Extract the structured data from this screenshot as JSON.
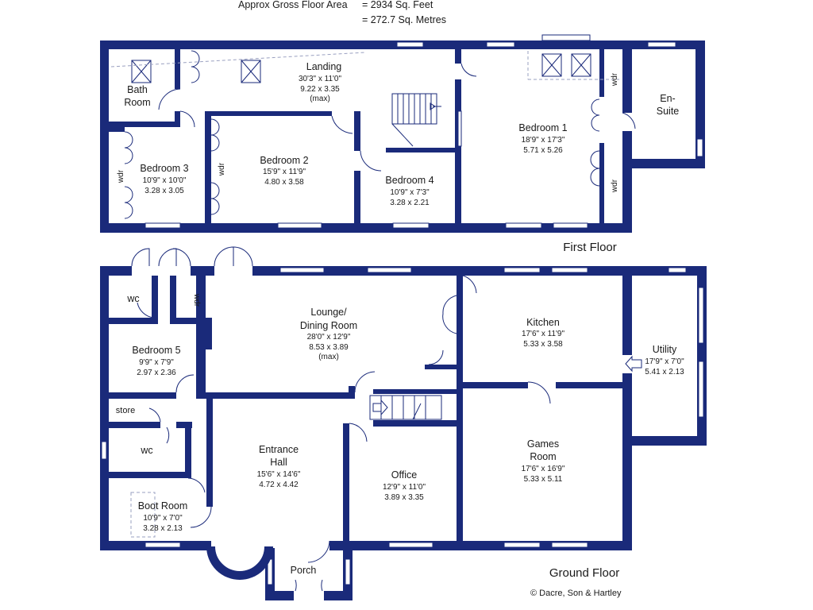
{
  "header": {
    "area_label": "Approx Gross Floor Area",
    "area_sqft": "= 2934  Sq. Feet",
    "area_sqm": "= 272.7  Sq. Metres"
  },
  "floors": {
    "first": "First Floor",
    "ground": "Ground Floor"
  },
  "rooms": {
    "landing": {
      "name": "Landing",
      "imp": "30'3\" x 11'0\"",
      "met": "9.22  x  3.35",
      "note": "(max)"
    },
    "bath": {
      "line1": "Bath",
      "line2": "Room"
    },
    "bedroom3": {
      "name": "Bedroom 3",
      "imp": "10'9\" x 10'0\"",
      "met": "3.28  x  3.05"
    },
    "bedroom2": {
      "name": "Bedroom 2",
      "imp": "15'9\" x 11'9\"",
      "met": "4.80  x  3.58"
    },
    "bedroom4": {
      "name": "Bedroom 4",
      "imp": "10'9\" x  7'3\"",
      "met": "3.28  x  2.21"
    },
    "bedroom1": {
      "name": "Bedroom 1",
      "imp": "18'9\" x 17'3\"",
      "met": "5.71  x  5.26"
    },
    "ensuite": {
      "line1": "En-",
      "line2": "Suite"
    },
    "wc1": {
      "name": "wc"
    },
    "bedroom5": {
      "name": "Bedroom 5",
      "imp": "9'9\" x  7'9\"",
      "met": "2.97  x  2.36"
    },
    "lounge": {
      "line1": "Lounge/",
      "line2": "Dining Room",
      "imp": "28'0\" x 12'9\"",
      "met": "8.53  x  3.89",
      "note": "(max)"
    },
    "kitchen": {
      "name": "Kitchen",
      "imp": "17'6\" x 11'9\"",
      "met": "5.33  x  3.58"
    },
    "utility": {
      "name": "Utility",
      "imp": "17'9\" x  7'0\"",
      "met": "5.41  x  2.13"
    },
    "store": {
      "name": "store"
    },
    "wc2": {
      "name": "wc"
    },
    "entrance": {
      "line1": "Entrance",
      "line2": "Hall",
      "imp": "15'6\" x 14'6\"",
      "met": "4.72  x  4.42"
    },
    "office": {
      "name": "Office",
      "imp": "12'9\" x 11'0\"",
      "met": "3.89  x  3.35"
    },
    "games": {
      "line1": "Games",
      "line2": "Room",
      "imp": "17'6\" x 16'9\"",
      "met": "5.33  x  5.11"
    },
    "bootroom": {
      "name": "Boot Room",
      "imp": "10'9\" x  7'0\"",
      "met": "3.28  x  2.13"
    },
    "porch": {
      "name": "Porch"
    }
  },
  "wardrobe_label": "wdr",
  "copyright": "© Dacre, Son & Hartley",
  "colors": {
    "wall": "#1a2a7a",
    "background": "#ffffff"
  }
}
